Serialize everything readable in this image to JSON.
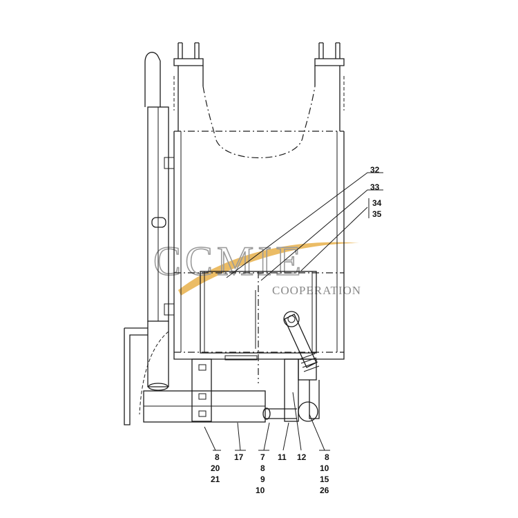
{
  "watermark": {
    "brand": "CCMIE",
    "subtitle": "COOPERATION",
    "swoosh_color": "#e8b04a"
  },
  "callouts": {
    "c32": "32",
    "c33": "33",
    "c34": "34",
    "c35": "35",
    "g1": [
      "8",
      "20",
      "21"
    ],
    "c17": "17",
    "g3": [
      "7",
      "8",
      "9",
      "10"
    ],
    "c11": "11",
    "c12": "12",
    "g6": [
      "8",
      "10",
      "15",
      "26"
    ]
  }
}
